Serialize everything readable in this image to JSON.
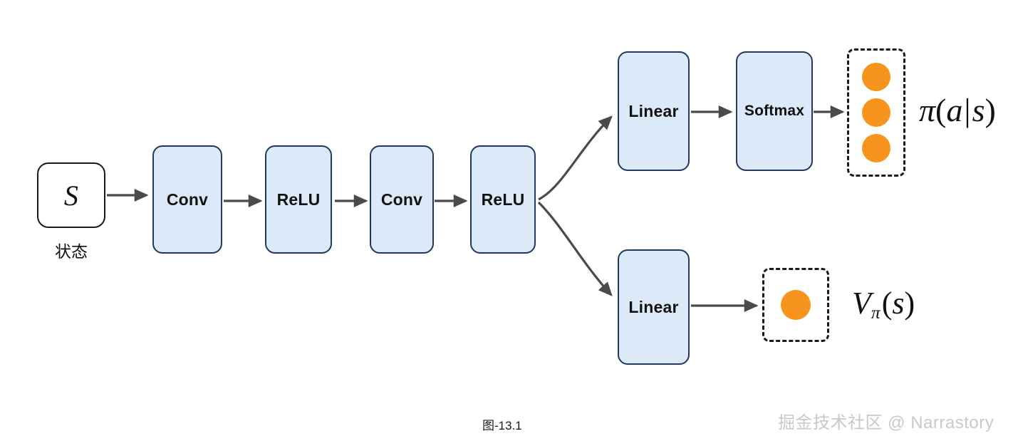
{
  "figure": {
    "caption": "图-13.1",
    "watermark": "掘金技术社区 @ Narrastory",
    "background_color": "#ffffff"
  },
  "colors": {
    "box_fill": "#dce9f8",
    "box_border": "#1f3a5f",
    "state_border": "#1a1a1a",
    "state_fill": "#ffffff",
    "arrow": "#4a4a4a",
    "dot": "#f7941e",
    "dashed_border": "#1a1a1a",
    "watermark": "#c9c9c9"
  },
  "nodes": {
    "state": {
      "label": "S",
      "sublabel": "状态"
    },
    "backbone": [
      {
        "label": "Conv"
      },
      {
        "label": "ReLU"
      },
      {
        "label": "Conv"
      },
      {
        "label": "ReLU"
      }
    ],
    "policy_head": [
      {
        "label": "Linear"
      },
      {
        "label": "Softmax"
      }
    ],
    "value_head": [
      {
        "label": "Linear"
      }
    ]
  },
  "outputs": {
    "policy": {
      "dot_count": 3,
      "label_parts": {
        "fn": "π",
        "open": "(",
        "arg": "a",
        "bar": "|",
        "cond": "s",
        "close": ")"
      },
      "label_text": "π(a|s)"
    },
    "value": {
      "dot_count": 1,
      "label_parts": {
        "fn": "V",
        "sub": "π",
        "open": "(",
        "arg": "s",
        "close": ")"
      },
      "label_text": "Vπ(s)"
    }
  }
}
